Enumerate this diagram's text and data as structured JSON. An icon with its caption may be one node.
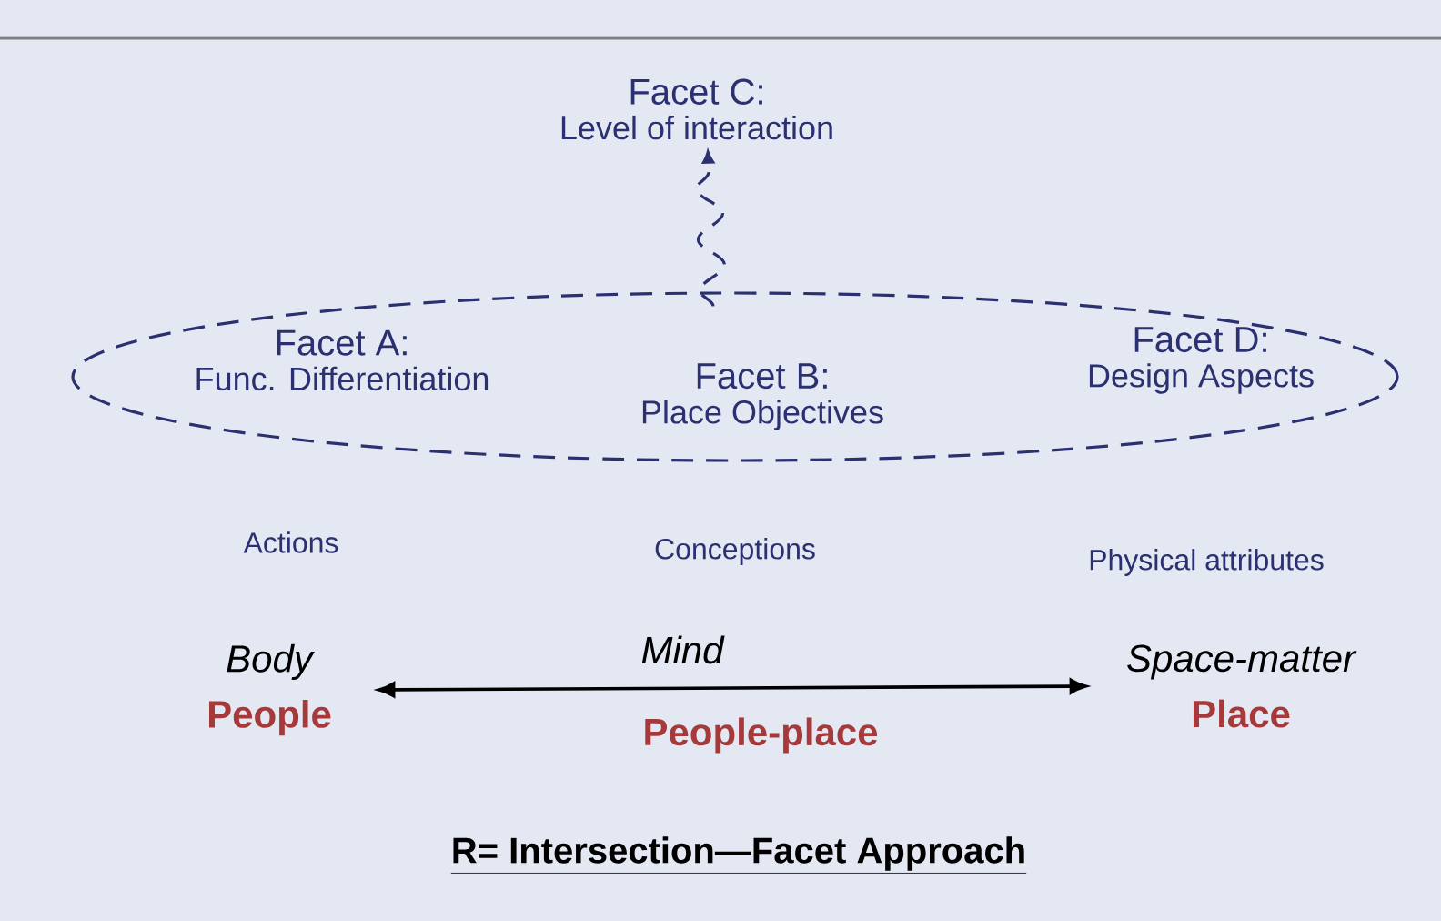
{
  "diagram": {
    "title": "R= Intersection—Facet Approach",
    "nodes": [
      {
        "text": [
          "Facet C:",
          "Level of interaction"
        ]
      },
      {
        "text": [],
        "shape": "ellipse"
      },
      {
        "text": [
          "Facet A:",
          "Func. Differentiation"
        ],
        "in": 1
      },
      {
        "text": [
          "Facet B:",
          "Place Objectives"
        ],
        "in": 1
      },
      {
        "text": [
          "Facet D:",
          "Design Aspects"
        ],
        "in": 1
      },
      {
        "text": [
          "Body",
          "People"
        ]
      },
      {
        "text": [
          "Space-matter",
          "Place"
        ]
      }
    ],
    "edges": [
      {
        "from": 1,
        "to": 0,
        "arrow": "to",
        "style": "dashed"
      },
      {
        "from": 5,
        "to": 6,
        "arrow": "both",
        "color": "#000000"
      }
    ],
    "labels": [
      "Actions",
      "Conceptions",
      "Physical attributes",
      "Mind",
      "People-place"
    ]
  }
}
